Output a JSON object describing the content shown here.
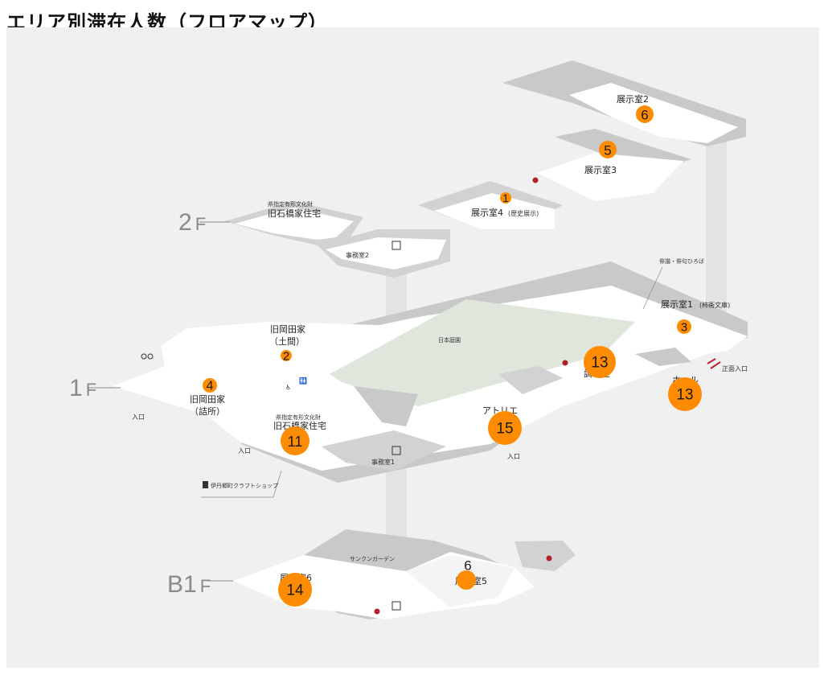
{
  "title": "エリア別滞在人数（フロアマップ）",
  "colors": {
    "panel": "#f0f0f0",
    "floor": "#ffffff",
    "wall": "#c9c9c9",
    "dark": "#bdbdbd",
    "garden": "#dfe6dc",
    "marker": "#ff8c00",
    "entrance": "#b3202a"
  },
  "floors": {
    "f2": {
      "label": "2",
      "suffix": "F"
    },
    "f1": {
      "label": "1",
      "suffix": "F"
    },
    "b1": {
      "label": "B1",
      "suffix": "F"
    }
  },
  "rooms": {
    "tenji2": "展示室2",
    "tenji3": "展示室3",
    "tenji4": "展示室4",
    "tenji4_sub": "(歴史展示)",
    "ishibashi_2f_small": "県指定有形文化財",
    "ishibashi_2f": "旧石橋家住宅",
    "jimu2": "事務室2",
    "haikai": "俳諧・俳句ひろば",
    "tenji1": "展示室1",
    "tenji1_sub": "(柿衞文庫)",
    "okada_doma_1": "旧岡田家",
    "okada_doma_2": "（土間）",
    "garden": "日本庭園",
    "okada_tsume_1": "旧岡田家",
    "okada_tsume_2": "（詰所）",
    "ishibashi_1f_small": "県指定有形文化財",
    "ishibashi_1f": "旧石橋家住宅",
    "atelier": "アトリエ",
    "chowa": "調和室",
    "hall": "ホール",
    "jimu1": "事務室1",
    "shop": "伊丹郷町クラフトショップ",
    "sunken": "サンクンガーデン",
    "tenji6": "展示室6",
    "tenji5": "展示室5"
  },
  "entrances": {
    "main": "正面入口",
    "entrance": "入口"
  },
  "counts": {
    "tenji2": "6",
    "tenji3": "5",
    "tenji4": "1",
    "tenji1": "3",
    "okada_doma": "2",
    "okada_tsume": "4",
    "ishibashi_1f": "11",
    "atelier": "15",
    "chowa": "13",
    "hall": "13",
    "tenji6": "14",
    "tenji5": "6"
  },
  "icons": [
    "bicycle-icon",
    "wheelchair-icon",
    "restroom-icon",
    "elevator-icon",
    "no-entry-icon",
    "nursing-room-icon",
    "entrance-arrow-icon",
    "shop-bag-icon"
  ]
}
